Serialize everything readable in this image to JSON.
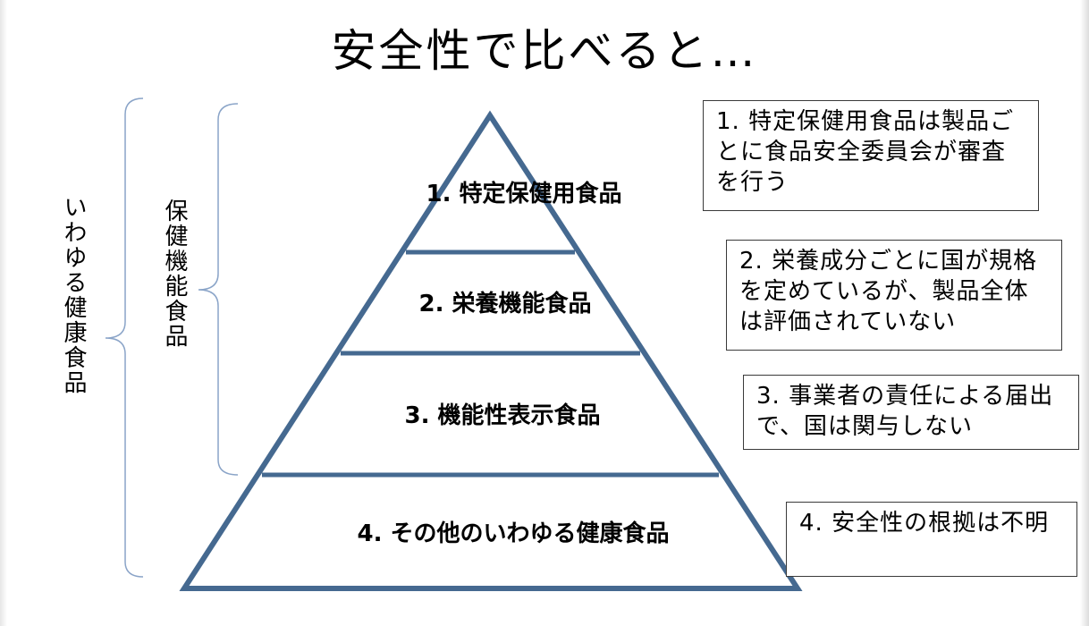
{
  "title": "安全性で比べると…",
  "brackets": {
    "outer_label": "いわゆる健康食品",
    "inner_label": "保健機能食品"
  },
  "tiers": [
    {
      "label": "1. 特定保健用食品"
    },
    {
      "label": "2. 栄養機能食品"
    },
    {
      "label": "3. 機能性表示食品"
    },
    {
      "label": "4. その他のいわゆる健康食品"
    }
  ],
  "notes": [
    {
      "text": "1. 特定保健用食品は製品ごとに食品安全委員会が審査を行う"
    },
    {
      "text": "2. 栄養成分ごとに国が規格を定めているが、製品全体は評価されていない"
    },
    {
      "text": "3. 事業者の責任による届出で、国は関与しない"
    },
    {
      "text": "4. 安全性の根拠は不明"
    }
  ],
  "colors": {
    "pyramid_stroke": "#456990",
    "bracket_stroke": "#8aa4c8",
    "note_border": "#3a3a3a",
    "text": "#000000"
  }
}
